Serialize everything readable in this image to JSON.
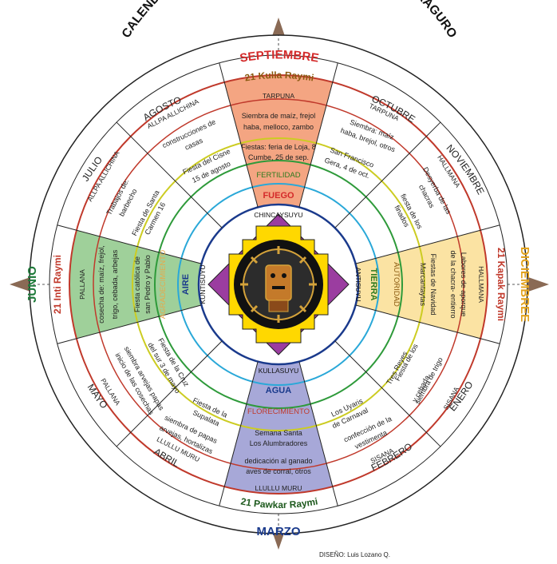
{
  "title": "CALENDARIO AGROFESTIVO DEL PUEBLO KICHWA SARAGURO",
  "credit": "DISEÑO: Luis Lozano Q.",
  "months": [
    {
      "key": "septiembre",
      "label": "SEPTIEMBRE",
      "color": "#d42a2a"
    },
    {
      "key": "octubre",
      "label": "OCTUBRE",
      "color": "#222222"
    },
    {
      "key": "noviembre",
      "label": "NOVIEMBRE",
      "color": "#222222"
    },
    {
      "key": "diciembre",
      "label": "DICIEMBREE",
      "color": "#e2a21c"
    },
    {
      "key": "enero",
      "label": "ENERO",
      "color": "#222222"
    },
    {
      "key": "febrero",
      "label": "FEBRERO",
      "color": "#222222"
    },
    {
      "key": "marzo",
      "label": "MARZO",
      "color": "#1a3a8c"
    },
    {
      "key": "abril",
      "label": "ABRIL",
      "color": "#222222"
    },
    {
      "key": "mayo",
      "label": "MAYO",
      "color": "#222222"
    },
    {
      "key": "junio",
      "label": "JUNIO",
      "color": "#1e7a3a"
    },
    {
      "key": "julio",
      "label": "JULIO",
      "color": "#222222"
    },
    {
      "key": "agosto",
      "label": "AGOSTO",
      "color": "#222222"
    }
  ],
  "raymis": {
    "kulla": "21 Kulla Raymi",
    "kapak": "21 Kapak Raymi",
    "pawkar": "21 Pawkar Raymi",
    "inti": "21 Inti Raymi"
  },
  "seasons": {
    "tarpuna_top": "TARPUNA",
    "tarpuna_oct": "TARPUNA",
    "hallmana_nov": "HALLMANA",
    "hallmana_dec": "HALLMANA",
    "sisana_ene": "SISANA",
    "sisana_feb": "SISANA",
    "llullu_marzo": "LLULLU MURU",
    "llullu_abril": "LLULLU MURU",
    "pallana_mayo": "PALLANA",
    "pallana_junio": "PALLANA",
    "allpa_julio": "ALLPA ALLICHINA",
    "allpa_agosto": "ALLPA ALLICHINA"
  },
  "activities": {
    "sep_1": "Siembra de maíz, frejol",
    "sep_2": "haba, melloco, zambo",
    "sep_f1": "Fiestas: feria de Loja, 8",
    "sep_f2": "Cumbe, 25 de sep.",
    "oct_1": "Siembra: maíz",
    "oct_2": "haba, brejol, otros",
    "oct_f1": "San Francisco",
    "oct_f2": "Gera, 4 de oct.",
    "nov_1": "Desyerba de las",
    "nov_2": "chacras",
    "nov_f1": "fiesta de los",
    "nov_f2": "finados",
    "dic_1": "Labores de aporque",
    "dic_2": "de la chacra- entierro",
    "dic_f1": "Fiestas de Navidad",
    "dic_f2": "Marcantaytas",
    "ene_1": "siembra de trigo",
    "ene_2": "y cebada",
    "ene_f1": "Fiesta de los",
    "ene_f2": "Tres Reyes",
    "feb_1": "confección de la",
    "feb_2": "vestimenta",
    "feb_f1": "Los Uyaris",
    "feb_f2": "de Carnaval",
    "mar_f1": "Semana Santa",
    "mar_f2": "Los Alumbradores",
    "mar_1": "dedicación al ganado",
    "mar_2": "aves de corral, otros",
    "abr_1": "siembra de papas",
    "abr_2": "arvejas, hortalizas",
    "abr_f1": "Fiesta de la",
    "abr_f2": "Supalata",
    "may_1": "siembra arvejas papas",
    "may_2": "inicio de las cosechas",
    "may_f1": "Fiesta de la Cruz",
    "may_f2": "del sur 3 de mayo",
    "jun_1": "cosecha de: maíz, frejol,",
    "jun_2": "trigo, cebada, arbejas",
    "jun_f1": "Fiesta católica de",
    "jun_f2": "san Pedro y Pablo",
    "jul_1": "Trabajos de:",
    "jul_2": "barbecho",
    "jul_f1": "Fiesta de Santa",
    "jul_f2": "Carmen 16",
    "ago_1": "construcciones de",
    "ago_2": "casas",
    "ago_f1": "Fiesta del Cisne",
    "ago_f2": "15 de agosto"
  },
  "principles": {
    "fertilidad": "FERTILIDAD",
    "autoridad": "AUTORIDAD",
    "florecimiento": "FLORECIMIENTO",
    "agradecimiento": "AGRADECIMIENTO"
  },
  "elements": {
    "fuego": "FUEGO",
    "tierra": "TIERRA",
    "agua": "AGUA",
    "aire": "AIRE"
  },
  "suyus": {
    "chinchay": "CHINCAYSUYU",
    "anti": "ANTISUYU",
    "kulla": "KULLASUYU",
    "kunti": "KUNTISUYU"
  },
  "colors": {
    "top_segment": "#f4a582",
    "right_segment": "#fbe3a3",
    "bottom_segment": "#a7a8d8",
    "left_segment": "#9fd09a",
    "ring_red": "#c0392b",
    "ring_green": "#2e9a3a",
    "ring_yellow": "#cccc22",
    "ring_cyan": "#2aa8d8",
    "ring_blue": "#1a3a8c",
    "square_purple": "#9b3da0",
    "square_yellow": "#ffd800"
  }
}
